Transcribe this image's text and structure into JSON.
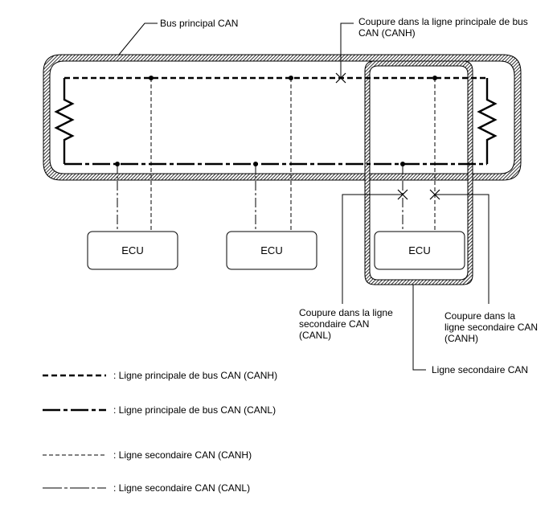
{
  "diagram": {
    "callouts": {
      "bus_principal": "Bus principal CAN",
      "coupure_principale": [
        "Coupure dans la ligne principale de bus",
        "CAN (CANH)"
      ],
      "coupure_canl": [
        "Coupure dans la ligne",
        "secondaire CAN",
        "(CANL)"
      ],
      "coupure_canh": [
        "Coupure dans la",
        "ligne secondaire CAN",
        "(CANH)"
      ],
      "ligne_secondaire": "Ligne secondaire CAN"
    },
    "ecus": [
      {
        "label": "ECU"
      },
      {
        "label": "ECU"
      },
      {
        "label": "ECU"
      }
    ],
    "legend": [
      {
        "label": ": Ligne principale de bus CAN (CANH)"
      },
      {
        "label": ": Ligne principale de bus CAN (CANL)"
      },
      {
        "label": ": Ligne secondaire CAN (CANH)"
      },
      {
        "label": ": Ligne secondaire CAN (CANL)"
      }
    ]
  }
}
